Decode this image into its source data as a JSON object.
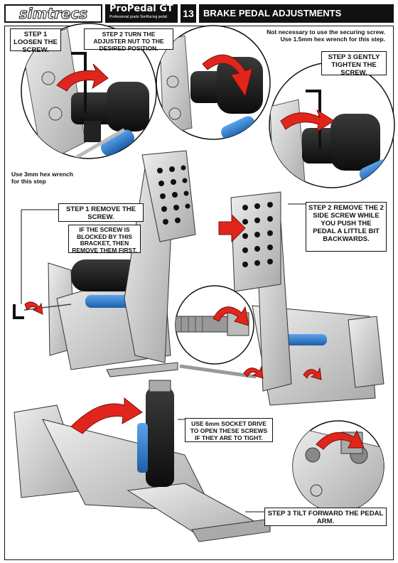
{
  "header": {
    "brand": "simtrecs",
    "product": "ProPedal GT",
    "product_tagline": "Professional grade SimRacing pedal",
    "page_number": "13",
    "title": "BRAKE PEDAL ADJUSTMENTS"
  },
  "top_section": {
    "step1": "STEP 1 LOOSEN THE SCREW.",
    "step2": "STEP 2 TURN THE ADJUSTER NUT TO THE DESIRED POSITION.",
    "note": "Not necessary to use the securing screw. Use 1.5mm hex wrench for this step.",
    "step3": "STEP 3 GENTLY TIGHTEN THE SCREW."
  },
  "middle_section": {
    "tool_note": "Use 3mm hex wrench for this step",
    "step1": "STEP 1 REMOVE THE SCREW.",
    "bracket_note": "IF THE SCREW IS BLOCKED BY THIS BRACKET, THEN REMOVE THEM FIRST.",
    "step2": "STEP 2 REMOVE THE 2 SIDE SCREW WHILE YOU PUSH THE PEDAL A LITTLE BIT BACKWARDS."
  },
  "bottom_section": {
    "socket_note": "USE 6mm SOCKET DRIVE TO OPEN THESE SCREWS IF THEY ARE TO TIGHT.",
    "step3": "STEP 3 TILT FORWARD THE PEDAL ARM."
  },
  "colors": {
    "arrow_red": "#e0261c",
    "metal_light": "#d9d9d9",
    "metal_mid": "#a9a9a9",
    "metal_dark": "#555555",
    "rubber": "#1a1a1a",
    "blue_part": "#2f7fd0"
  }
}
